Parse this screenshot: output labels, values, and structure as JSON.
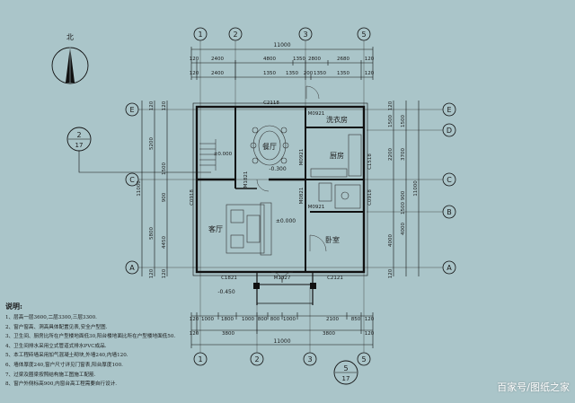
{
  "north_label": "北",
  "column_axes": [
    "1",
    "2",
    "3",
    "5"
  ],
  "row_axes": [
    "E",
    "D",
    "C",
    "B",
    "A"
  ],
  "top_dims": {
    "total": "11000",
    "row1": [
      "120",
      "2400",
      "4800",
      "1350",
      "2800",
      "2680",
      "120"
    ],
    "row2": [
      "120",
      "2400",
      "1350",
      "1350",
      "200",
      "1350",
      "1350",
      "120"
    ]
  },
  "bottom_dims": {
    "total": "11000",
    "row1": [
      "120",
      "1000",
      "1800",
      "1000",
      "800",
      "800",
      "1000",
      "2100",
      "850",
      "120"
    ],
    "row2": [
      "120",
      "3800",
      "3800",
      "120"
    ]
  },
  "left_dims": [
    "120",
    "120",
    "5200",
    "11000",
    "1500",
    "900",
    "4450",
    "5800",
    "120",
    "120"
  ],
  "right_dims": [
    "120",
    "1500",
    "1500",
    "2200",
    "3700",
    "11000",
    "4000",
    "4000",
    "120",
    "900",
    "1500"
  ],
  "rooms": {
    "dining": "餐厅",
    "kitchen": "厨房",
    "laundry": "洗衣房",
    "living": "客厅",
    "bedroom": "卧室"
  },
  "window_labels": [
    "C2118",
    "C1518",
    "C0918",
    "C0918",
    "C1821",
    "C2121"
  ],
  "door_labels": [
    "M0921",
    "M0921",
    "M0821",
    "M1827",
    "M1821",
    "M0921"
  ],
  "elevation_labels": [
    "±0.000",
    "-0.300",
    "-0.450",
    "±0.000"
  ],
  "section_labels": [
    "2/17",
    "5/17"
  ],
  "notes": {
    "title": "说明:",
    "items": [
      "1、层高一层3600,二层3300,三层3300.",
      "2、窗户窗高、洞高具体配置见表,安全户型图.",
      "3、卫生间、厨房比所在户型楼地面低30,阳台楼地面比所在户型楼地面低50.",
      "4、卫生间排水采用立式管道式排水PVC成品.",
      "5、本工程砖墙采用加气混凝土砌块,外墙240,内墙120.",
      "6、墙体厚度240,窗户尺寸详见门窗表,阳台厚度100.",
      "7、过梁及圈梁按照结构施工图施工配筋.",
      "8、窗户外侧标高900,内窗台高工程需要自行设计."
    ]
  },
  "watermark": "百家号/图纸之家"
}
